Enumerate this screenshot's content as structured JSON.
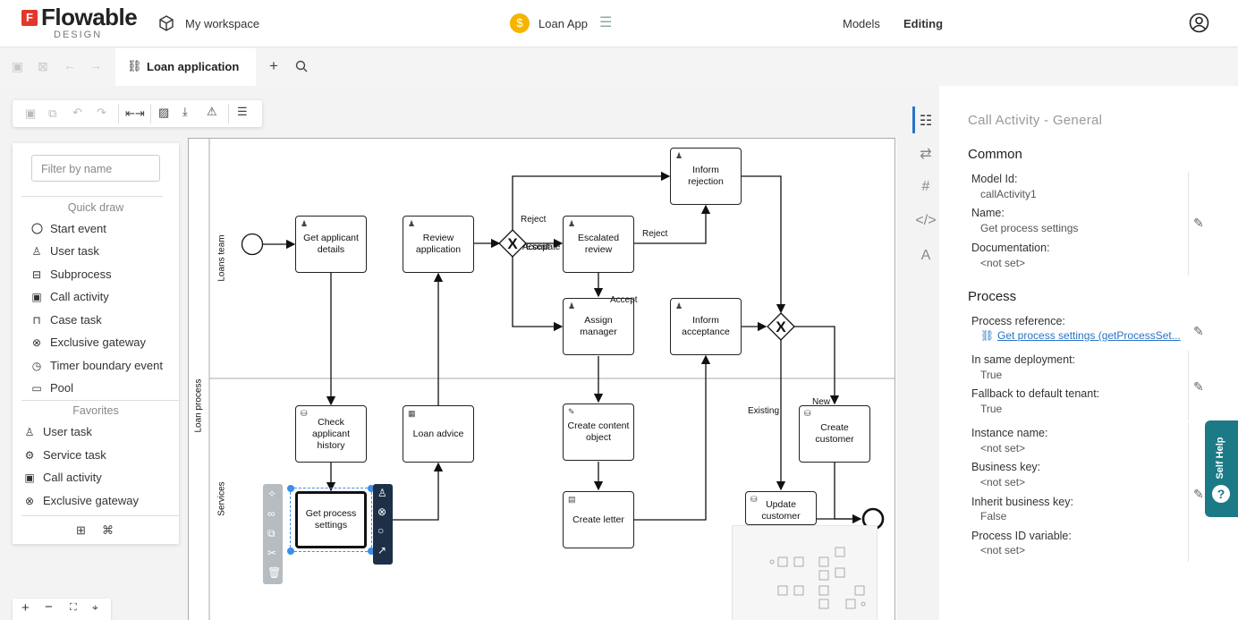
{
  "header": {
    "logo_text": "Flowable",
    "logo_sub": "DESIGN",
    "workspace": "My workspace",
    "app_name": "Loan App",
    "app_icon": "$",
    "nav_models": "Models",
    "nav_editing": "Editing"
  },
  "tabs": {
    "active_label": "Loan application"
  },
  "palette": {
    "filter_placeholder": "Filter by name",
    "quick_draw_title": "Quick draw",
    "quick_draw": [
      {
        "label": "Start event",
        "icon": "start-event-icon"
      },
      {
        "label": "User task",
        "icon": "user-icon"
      },
      {
        "label": "Subprocess",
        "icon": "subprocess-icon"
      },
      {
        "label": "Call activity",
        "icon": "call-activity-icon"
      },
      {
        "label": "Case task",
        "icon": "case-task-icon"
      },
      {
        "label": "Exclusive gateway",
        "icon": "exclusive-gateway-icon"
      },
      {
        "label": "Timer boundary event",
        "icon": "timer-icon"
      },
      {
        "label": "Pool",
        "icon": "pool-icon"
      }
    ],
    "favorites_title": "Favorites",
    "favorites": [
      {
        "label": "User task",
        "icon": "user-icon"
      },
      {
        "label": "Service task",
        "icon": "gear-icon"
      },
      {
        "label": "Call activity",
        "icon": "call-activity-icon"
      },
      {
        "label": "Exclusive gateway",
        "icon": "exclusive-gateway-icon"
      }
    ]
  },
  "diagram": {
    "pool_label": "Loan process",
    "lane_top": "Loans team",
    "lane_bottom": "Services",
    "tasks": {
      "get_applicant": "Get applicant details",
      "review": "Review application",
      "inform_rejection": "Inform rejection",
      "escalated": "Escalated review",
      "assign_manager": "Assign manager",
      "inform_acceptance": "Inform acceptance",
      "check_history": "Check applicant history",
      "loan_advice": "Loan advice",
      "get_process": "Get process settings",
      "create_content": "Create content object",
      "create_letter": "Create letter",
      "create_customer": "Create customer",
      "update_customer": "Update customer"
    },
    "flow_labels": {
      "reject1": "Reject",
      "accept1": "Accept",
      "escalate": "Escalate",
      "reject2": "Reject",
      "accept2": "Accept",
      "existing": "Existing",
      "new": "New"
    }
  },
  "properties": {
    "title": "Call Activity - General",
    "common_title": "Common",
    "model_id_label": "Model Id:",
    "model_id_value": "callActivity1",
    "name_label": "Name:",
    "name_value": "Get process settings",
    "doc_label": "Documentation:",
    "doc_value": "<not set>",
    "process_title": "Process",
    "proc_ref_label": "Process reference:",
    "proc_ref_value": "Get process settings (getProcessSet...",
    "same_deploy_label": "In same deployment:",
    "same_deploy_value": "True",
    "fallback_label": "Fallback to default tenant:",
    "fallback_value": "True",
    "instance_label": "Instance name:",
    "instance_value": "<not set>",
    "business_key_label": "Business key:",
    "business_key_value": "<not set>",
    "inherit_key_label": "Inherit business key:",
    "inherit_key_value": "False",
    "pid_var_label": "Process ID variable:",
    "pid_var_value": "<not set>"
  },
  "self_help": "Self Help"
}
